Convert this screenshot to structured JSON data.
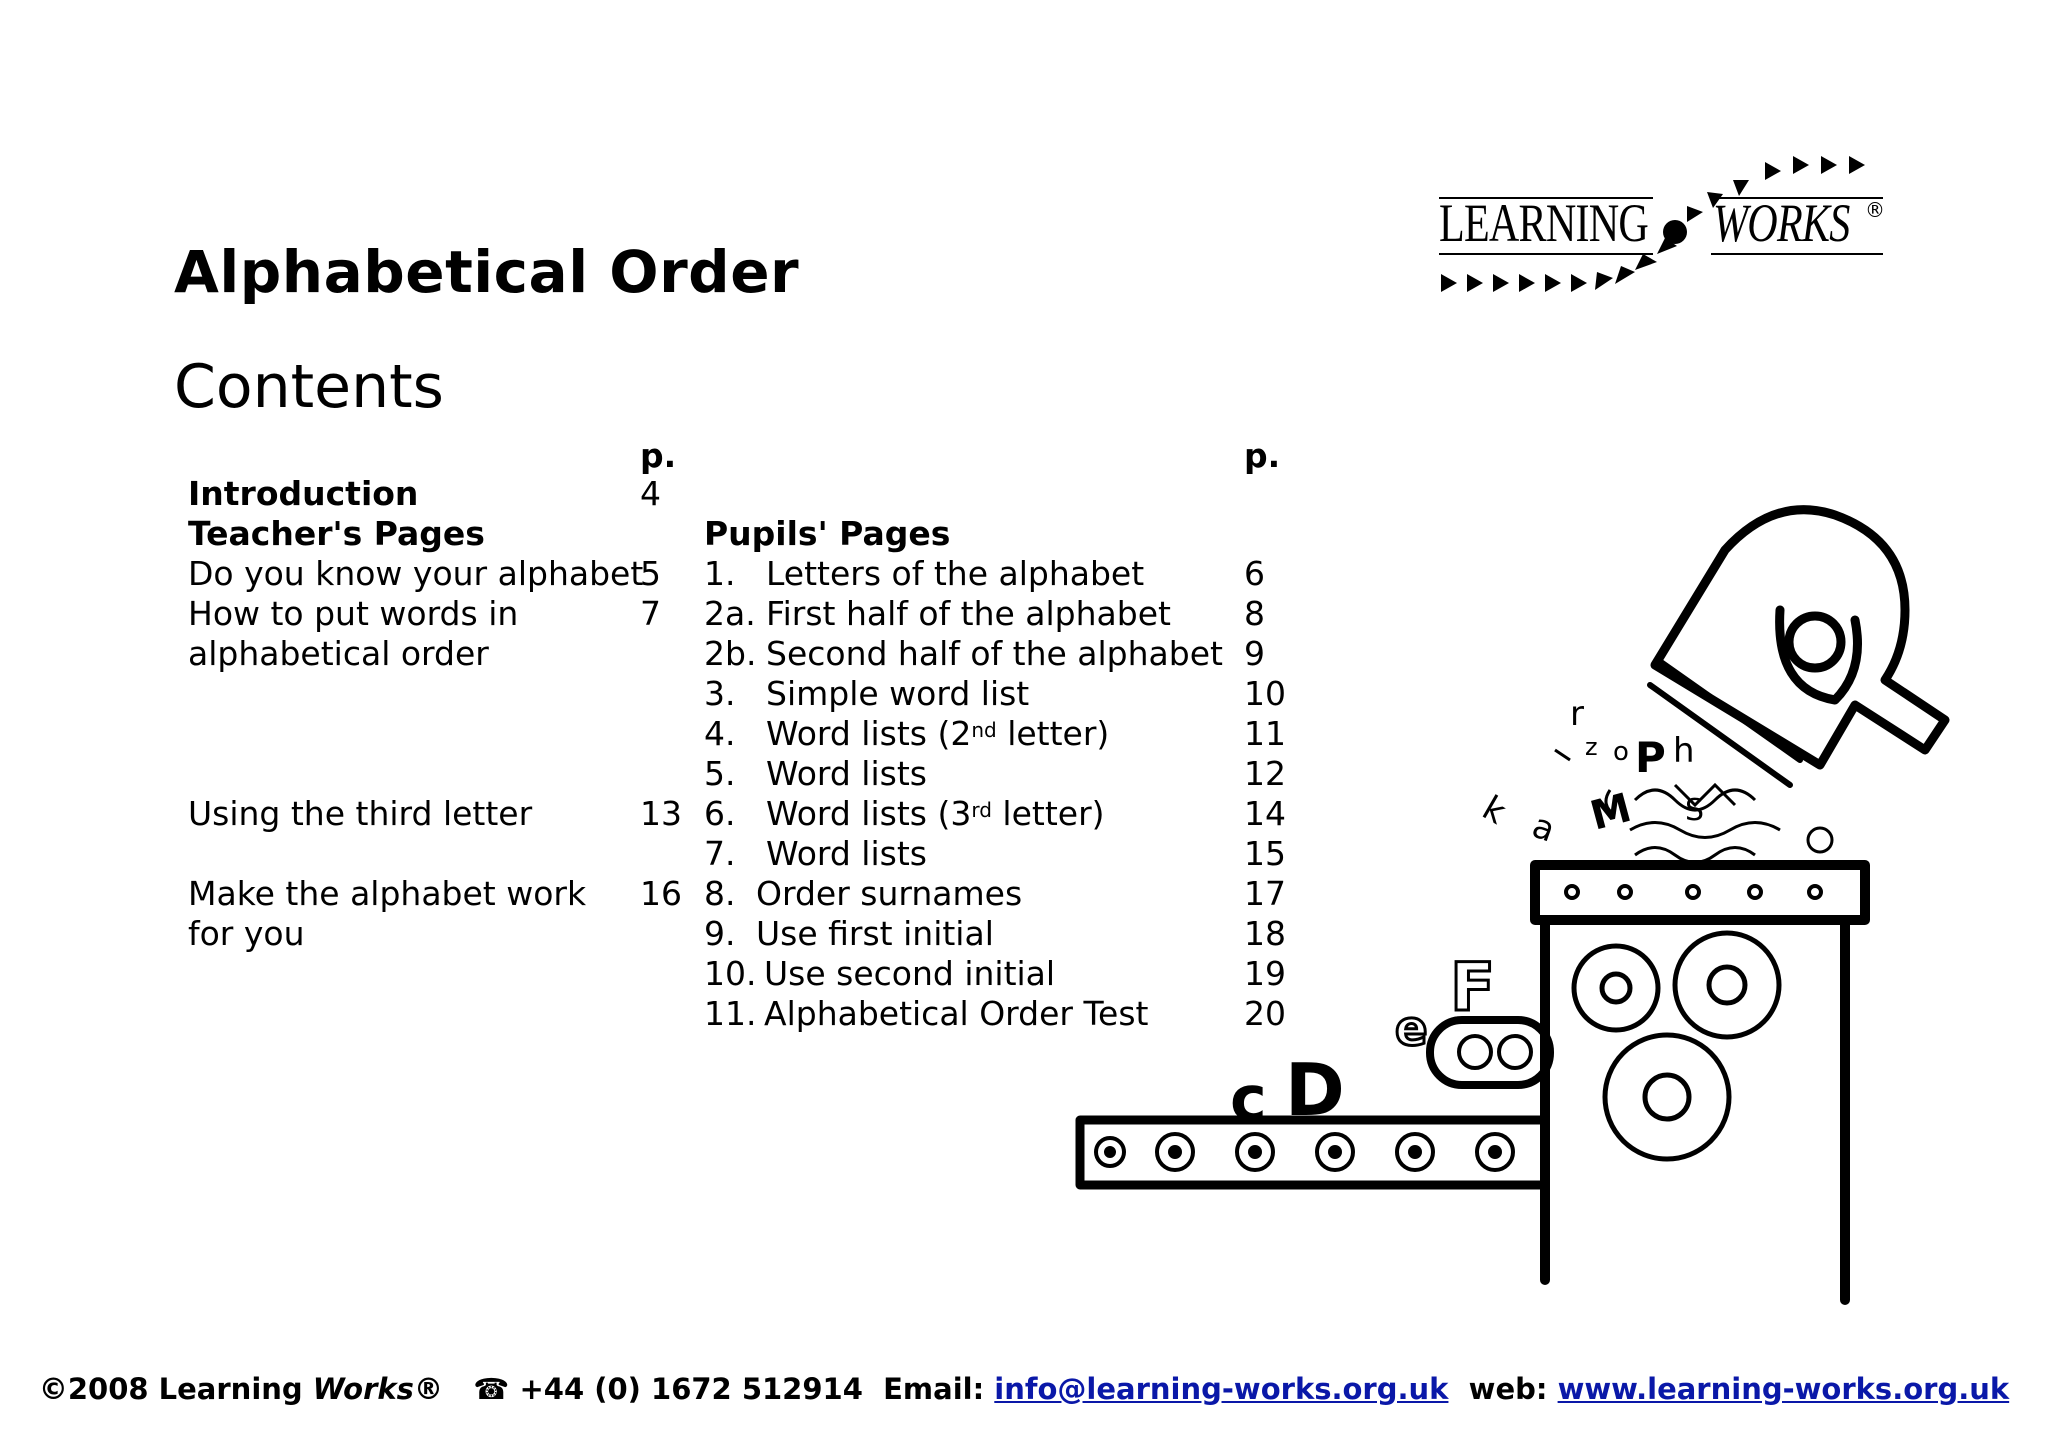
{
  "header": {
    "title": "Alphabetical Order",
    "subtitle": "Contents",
    "logo_text_left": "LEARNING",
    "logo_text_right": "WORKS",
    "logo_mark": "®"
  },
  "contents": {
    "page_header": "p.",
    "teacher_items": [
      {
        "label": "Introduction",
        "page": "4"
      },
      {
        "label": "Teacher's Pages",
        "page": ""
      },
      {
        "label": "Do you know your alphabet",
        "page": "5"
      },
      {
        "label": "How to put words in",
        "page": "7"
      },
      {
        "label": "alphabetical order",
        "page": ""
      },
      {
        "label": "Using the third letter",
        "page": "13"
      },
      {
        "label": "Make the alphabet work",
        "page": "16"
      },
      {
        "label": "for you",
        "page": ""
      }
    ],
    "pupils_heading": "Pupils' Pages",
    "pupil_items": [
      {
        "num": "1.",
        "label": "Letters of the alphabet",
        "page": "6"
      },
      {
        "num": "2a.",
        "label": "First half of the alphabet",
        "page": "8"
      },
      {
        "num": "2b.",
        "label": "Second half of the alphabet",
        "page": "9"
      },
      {
        "num": "3.",
        "label": "Simple word list",
        "page": "10"
      },
      {
        "num": "4.",
        "label": "Word lists (2",
        "sup": "nd",
        "label_after": " letter)",
        "page": "11"
      },
      {
        "num": "5.",
        "label": "Word lists",
        "page": "12"
      },
      {
        "num": "6.",
        "label": "Word lists (3",
        "sup": "rd",
        "label_after": " letter)",
        "page": "14"
      },
      {
        "num": "7.",
        "label": "Word lists",
        "page": "15"
      },
      {
        "num": "8.",
        "label": "Order surnames",
        "page": "17"
      },
      {
        "num": "9.",
        "label": "Use first initial",
        "page": "18"
      },
      {
        "num": "10.",
        "label": "Use second initial",
        "page": "19"
      },
      {
        "num": "11.",
        "label": "Alphabetical Order Test",
        "page": "20"
      }
    ]
  },
  "footer": {
    "copyright": "©2008 Learning ",
    "brand_italic": "Works",
    "reg": "®",
    "phone_icon": "☎",
    "phone": "+44 (0) 1672 512914",
    "email_label": "Email:",
    "email": "info@learning-works.org.uk",
    "web_label": "web:",
    "web": "www.learning-works.org.uk",
    "link_color": "#0a18a8"
  },
  "illustration": {
    "letters_on_belt": [
      "c",
      "D",
      "e",
      "F"
    ],
    "floating_letters": [
      "k",
      "a",
      "r",
      "z",
      "o",
      "P",
      "h",
      "M",
      "S"
    ]
  }
}
